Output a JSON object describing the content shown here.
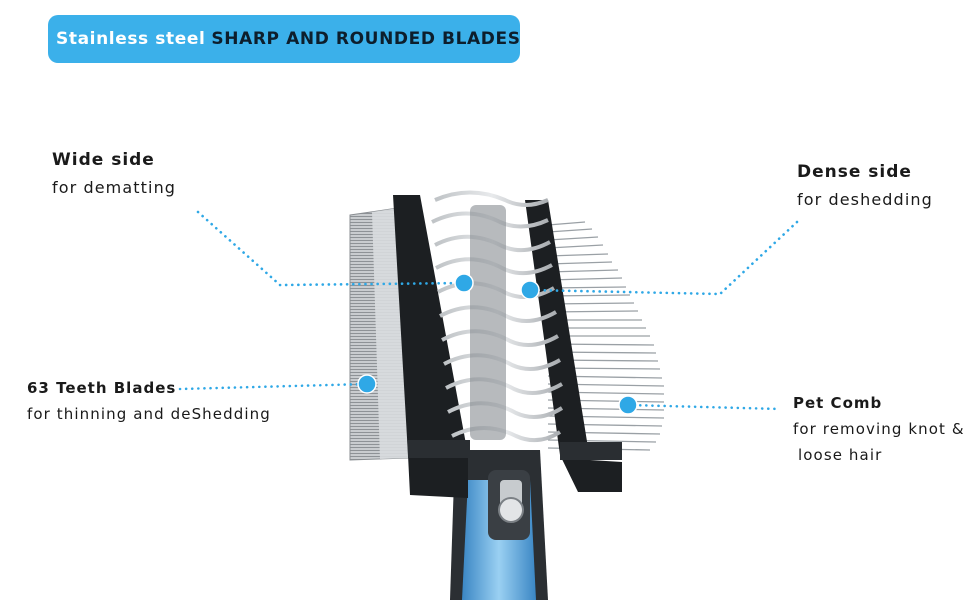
{
  "banner": {
    "part1": "Stainless steel",
    "part2": "SHARP AND ROUNDED BLADES",
    "color": "#3bb0ea"
  },
  "callouts": {
    "wide": {
      "title": "Wide side",
      "subtitle": "for dematting"
    },
    "dense": {
      "title": "Dense side",
      "subtitle": "for deshedding"
    },
    "teeth": {
      "title": "63 Teeth Blades",
      "subtitle": "for thinning and deShedding"
    },
    "comb": {
      "title": "Pet Comb",
      "subtitle_line1": "for removing knot &",
      "subtitle_line2": "loose hair"
    }
  },
  "colors": {
    "accent": "#3bb0ea",
    "dot": "#2fa8e6",
    "text": "#1a1a1a"
  },
  "product": {
    "image": "pet-grooming-rake-icon"
  }
}
